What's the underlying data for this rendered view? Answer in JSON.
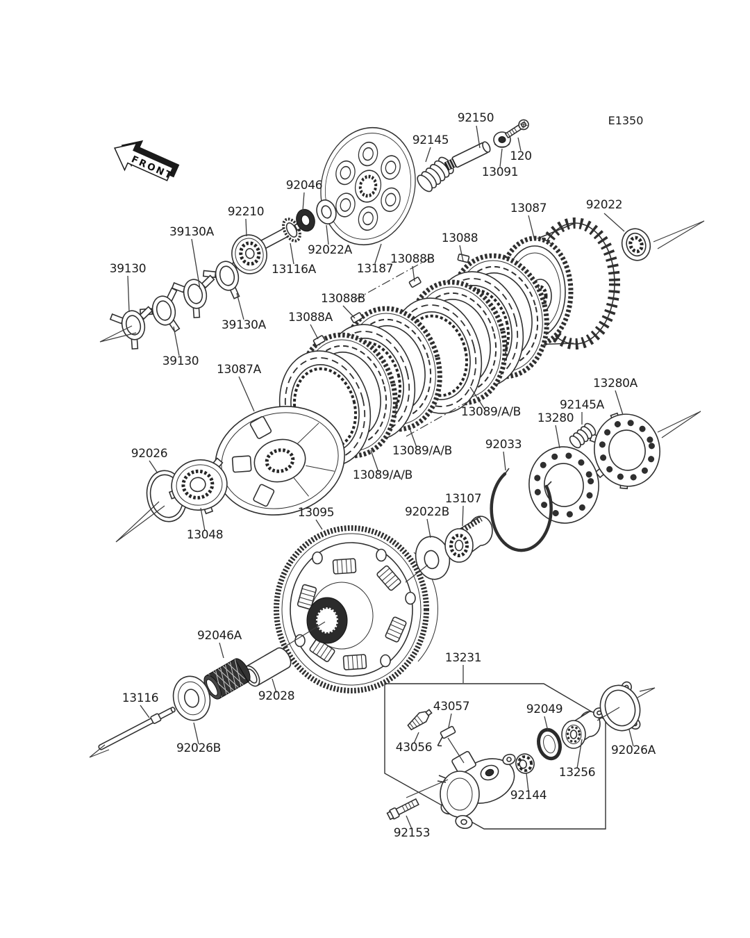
{
  "diagram": {
    "page_code": "E1350",
    "front_label": "FRONT",
    "callouts": [
      {
        "id": "92150"
      },
      {
        "id": "92145"
      },
      {
        "id": "13091"
      },
      {
        "id": "120"
      },
      {
        "id": "92046"
      },
      {
        "id": "92210"
      },
      {
        "id": "39130A"
      },
      {
        "id": "39130"
      },
      {
        "id": "92022A"
      },
      {
        "id": "13116A"
      },
      {
        "id": "13187"
      },
      {
        "id": "13088"
      },
      {
        "id": "13088B"
      },
      {
        "id": "13088B"
      },
      {
        "id": "13088A"
      },
      {
        "id": "39130A"
      },
      {
        "id": "39130"
      },
      {
        "id": "13087A"
      },
      {
        "id": "13087"
      },
      {
        "id": "92022"
      },
      {
        "id": "13089/A/B"
      },
      {
        "id": "13089/A/B"
      },
      {
        "id": "13089/A/B"
      },
      {
        "id": "13280A"
      },
      {
        "id": "92145A"
      },
      {
        "id": "13280"
      },
      {
        "id": "92033"
      },
      {
        "id": "92026"
      },
      {
        "id": "13048"
      },
      {
        "id": "13095"
      },
      {
        "id": "92022B"
      },
      {
        "id": "13107"
      },
      {
        "id": "92046A"
      },
      {
        "id": "92028"
      },
      {
        "id": "13116"
      },
      {
        "id": "92026B"
      },
      {
        "id": "13231"
      },
      {
        "id": "43057"
      },
      {
        "id": "43056"
      },
      {
        "id": "92049"
      },
      {
        "id": "92026A"
      },
      {
        "id": "13256"
      },
      {
        "id": "92144"
      },
      {
        "id": "92153"
      }
    ]
  }
}
